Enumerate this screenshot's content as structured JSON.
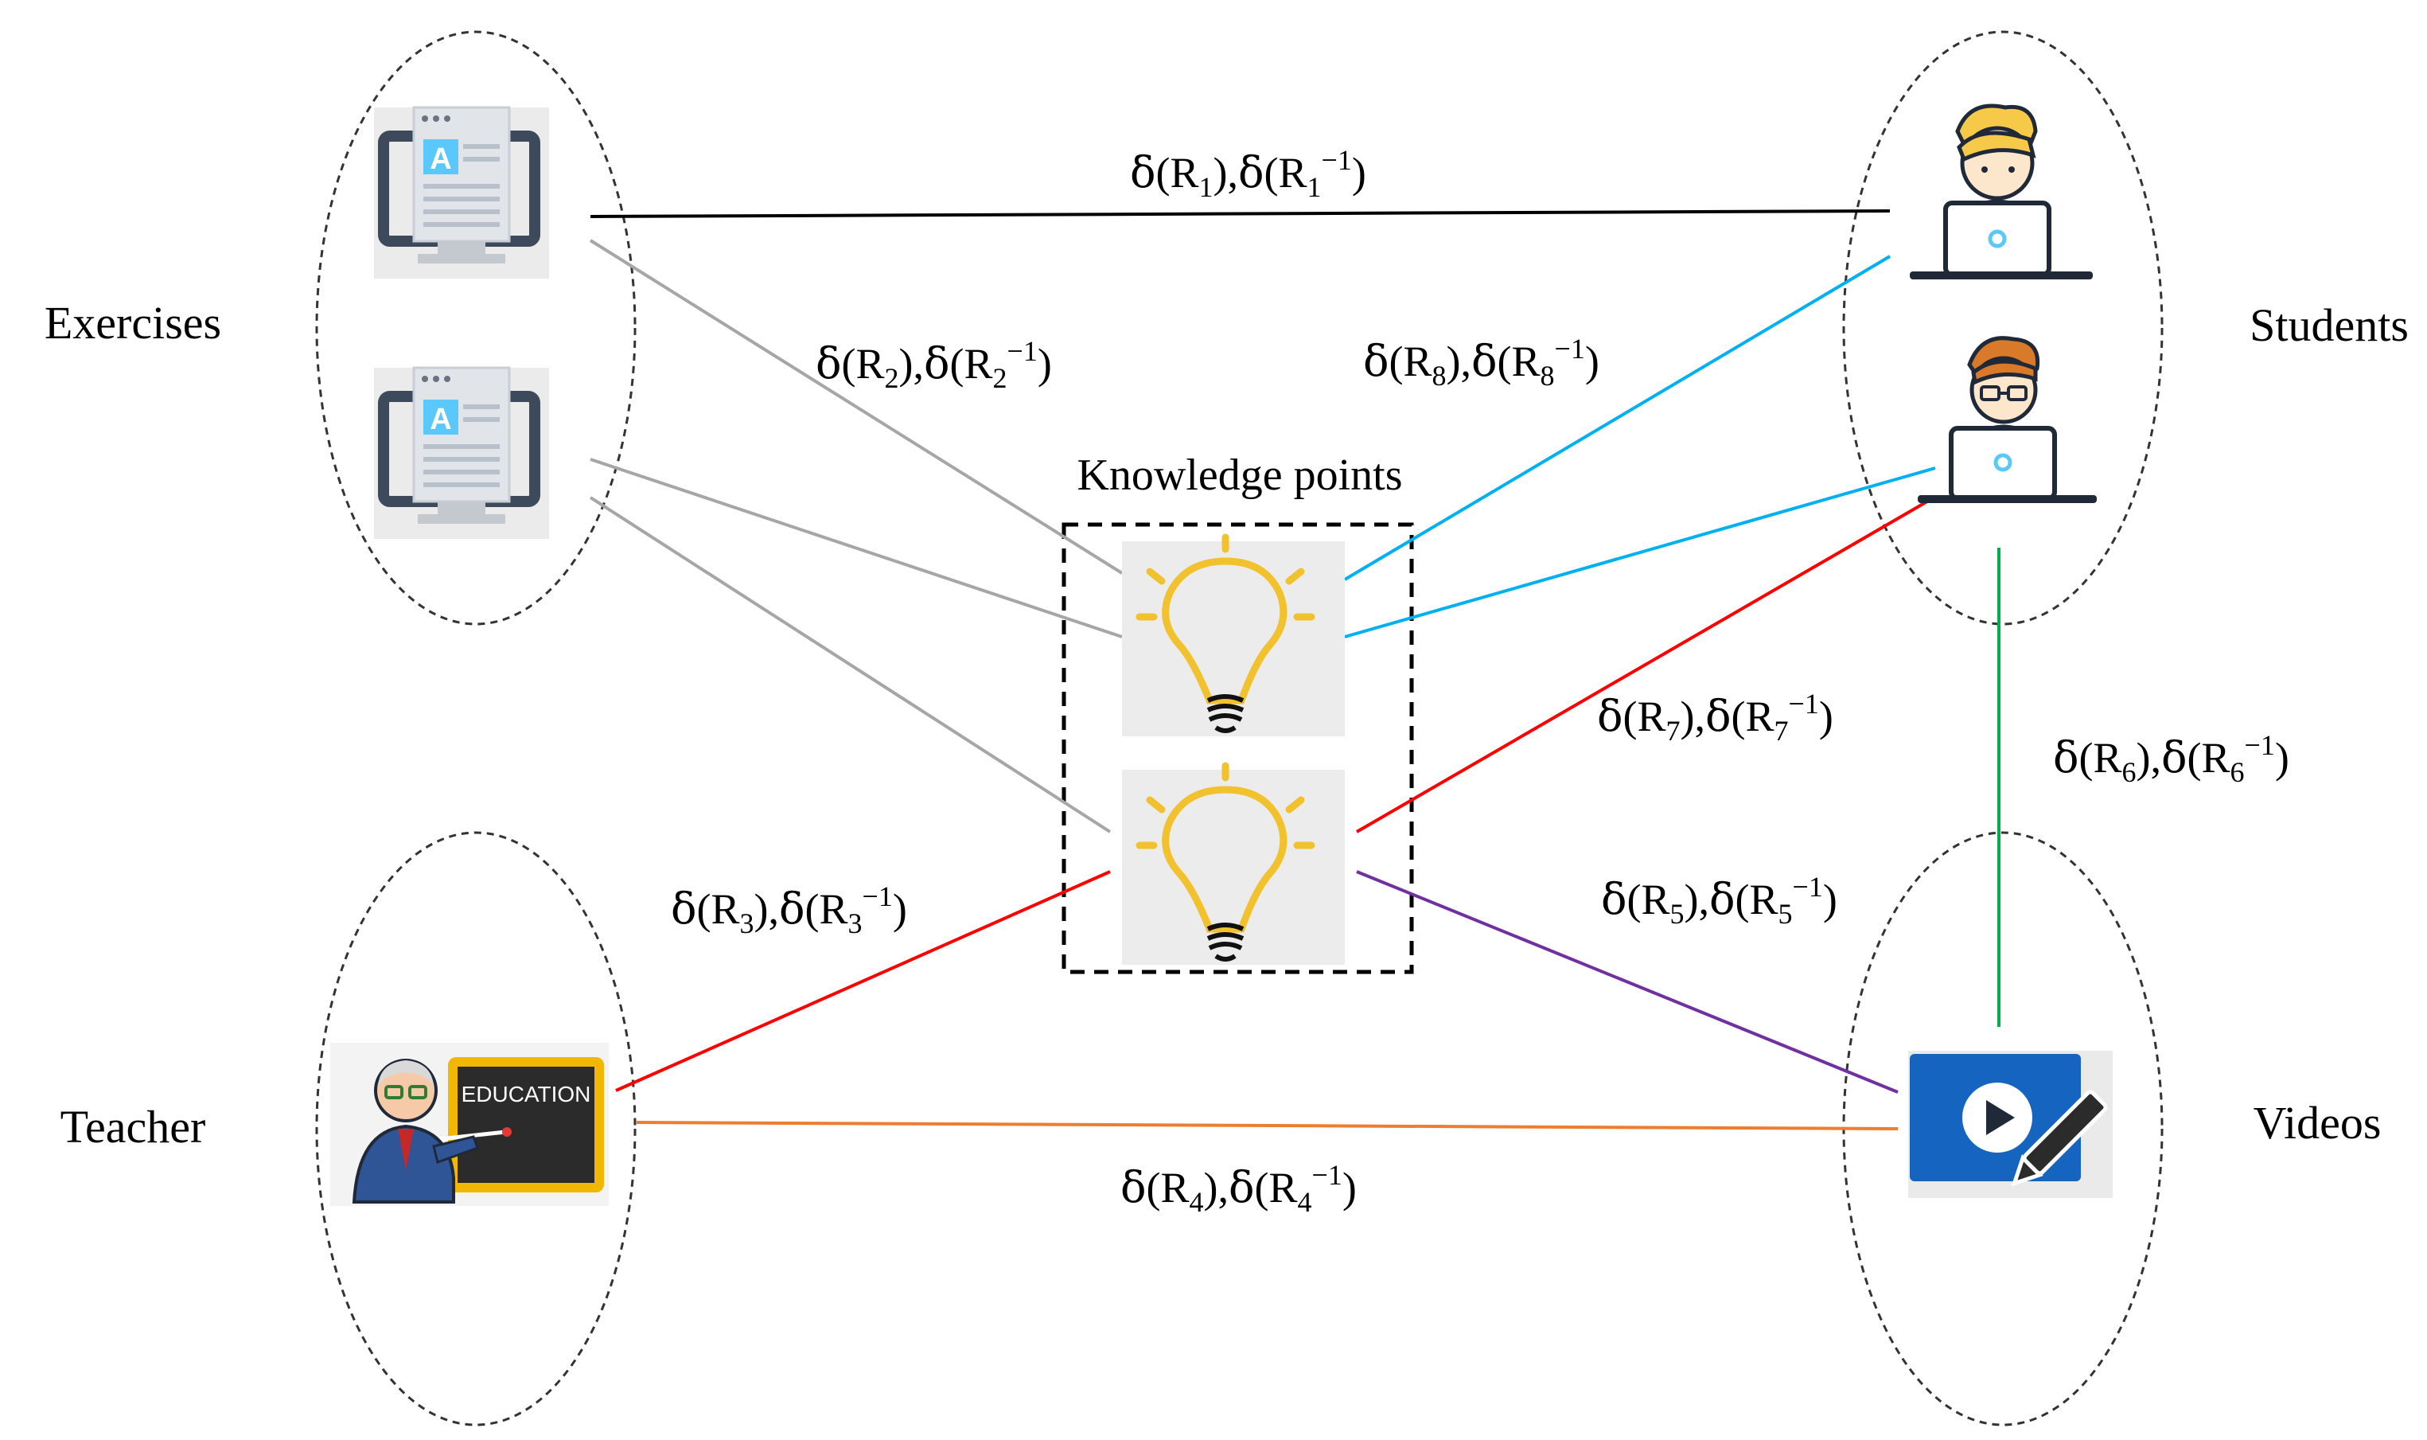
{
  "groups": {
    "exercises": "Exercises",
    "students": "Students",
    "teacher": "Teacher",
    "videos": "Videos",
    "knowledge_points": "Knowledge points"
  },
  "teacher_board_text": "EDUCATION",
  "relations": [
    {
      "id": "r1",
      "symbol": "ẟ",
      "base": "R",
      "index": "1",
      "inverse_sup": "−1"
    },
    {
      "id": "r2",
      "symbol": "ẟ",
      "base": "R",
      "index": "2",
      "inverse_sup": "−1"
    },
    {
      "id": "r3",
      "symbol": "ẟ",
      "base": "R",
      "index": "3",
      "inverse_sup": "−1"
    },
    {
      "id": "r4",
      "symbol": "ẟ",
      "base": "R",
      "index": "4",
      "inverse_sup": "−1"
    },
    {
      "id": "r5",
      "symbol": "ẟ",
      "base": "R",
      "index": "5",
      "inverse_sup": "−1"
    },
    {
      "id": "r6",
      "symbol": "ẟ",
      "base": "R",
      "index": "6",
      "inverse_sup": "−1"
    },
    {
      "id": "r7",
      "symbol": "ẟ",
      "base": "R",
      "index": "7",
      "inverse_sup": "−1"
    },
    {
      "id": "r8",
      "symbol": "ẟ",
      "base": "R",
      "index": "8",
      "inverse_sup": "−1"
    }
  ],
  "colors": {
    "r1": "#000000",
    "r2": "#a6a6a6",
    "r3": "#ff0000",
    "r4": "#ed7d31",
    "r5": "#7030a0",
    "r6": "#00b050",
    "r7": "#ff0000",
    "r8": "#00b0f0",
    "bulb": "#f2c12e",
    "screen_blue": "#5ac8fa",
    "monitor_dark": "#3d4a5c",
    "video_blue": "#1565c0"
  }
}
